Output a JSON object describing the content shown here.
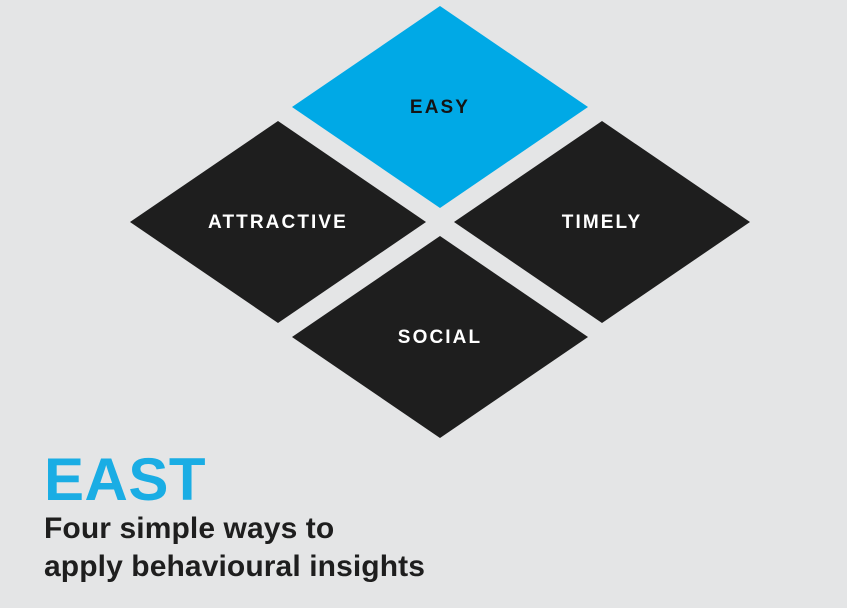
{
  "page": {
    "background_color": "#E4E5E6",
    "accent_color": "#00A9E6",
    "dark_color": "#1E1E1E",
    "light_text_color": "#FFFFFF"
  },
  "diagram": {
    "name": "east-framework-diamond-diagram",
    "nodes": [
      {
        "id": "easy",
        "label": "EASY",
        "position": "top",
        "fill_color": "#00A9E6",
        "text_color": "#141414",
        "highlighted": true
      },
      {
        "id": "attractive",
        "label": "ATTRACTIVE",
        "position": "left",
        "fill_color": "#1E1E1E",
        "text_color": "#FFFFFF",
        "highlighted": false
      },
      {
        "id": "timely",
        "label": "TIMELY",
        "position": "right",
        "fill_color": "#1E1E1E",
        "text_color": "#FFFFFF",
        "highlighted": false
      },
      {
        "id": "social",
        "label": "SOCIAL",
        "position": "bottom",
        "fill_color": "#1E1E1E",
        "text_color": "#FFFFFF",
        "highlighted": false
      }
    ]
  },
  "caption": {
    "title": "EAST",
    "title_color": "#1AADE4",
    "subtitle_line_1": "Four simple ways to",
    "subtitle_line_2": "apply behavioural insights",
    "subtitle_color": "#1E1E1E"
  }
}
